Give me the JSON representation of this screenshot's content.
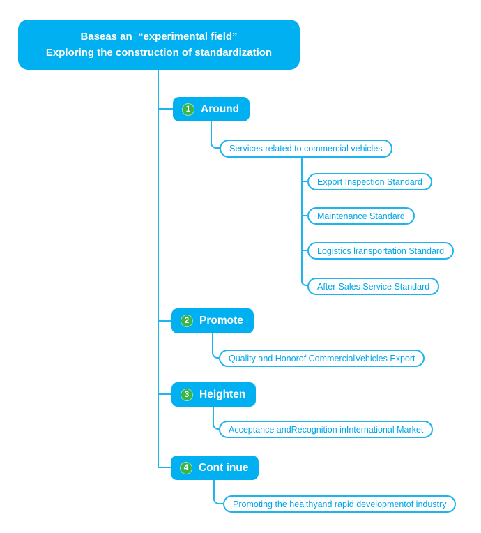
{
  "colors": {
    "cyan-fill": "#00b0f0",
    "cyan-line": "#1fb4ee",
    "cyan-text": "#00a6e8",
    "green": "#3ab54a",
    "text-on-fill": "#ffffff"
  },
  "root": {
    "line1": "Baseas an  “experimental field”",
    "line2": "Exploring the construction of standardization"
  },
  "branches": [
    {
      "number": "1",
      "label": "Around",
      "children": [
        {
          "label": "Services related to commercial vehicles",
          "children": [
            "Export Inspection Standard",
            "Maintenance Standard",
            "Logistics lransportation Standard",
            "After-Sales Service Standard"
          ]
        }
      ]
    },
    {
      "number": "2",
      "label": "Promote",
      "children": [
        {
          "label": "Quality and Honorof CommercialVehicles Export"
        }
      ]
    },
    {
      "number": "3",
      "label": "Heighten",
      "children": [
        {
          "label": "Acceptance andRecognition inInternational Market"
        }
      ]
    },
    {
      "number": "4",
      "label": "Cont inue",
      "children": [
        {
          "label": "Promoting the healthyand rapid developmentof industry"
        }
      ]
    }
  ]
}
